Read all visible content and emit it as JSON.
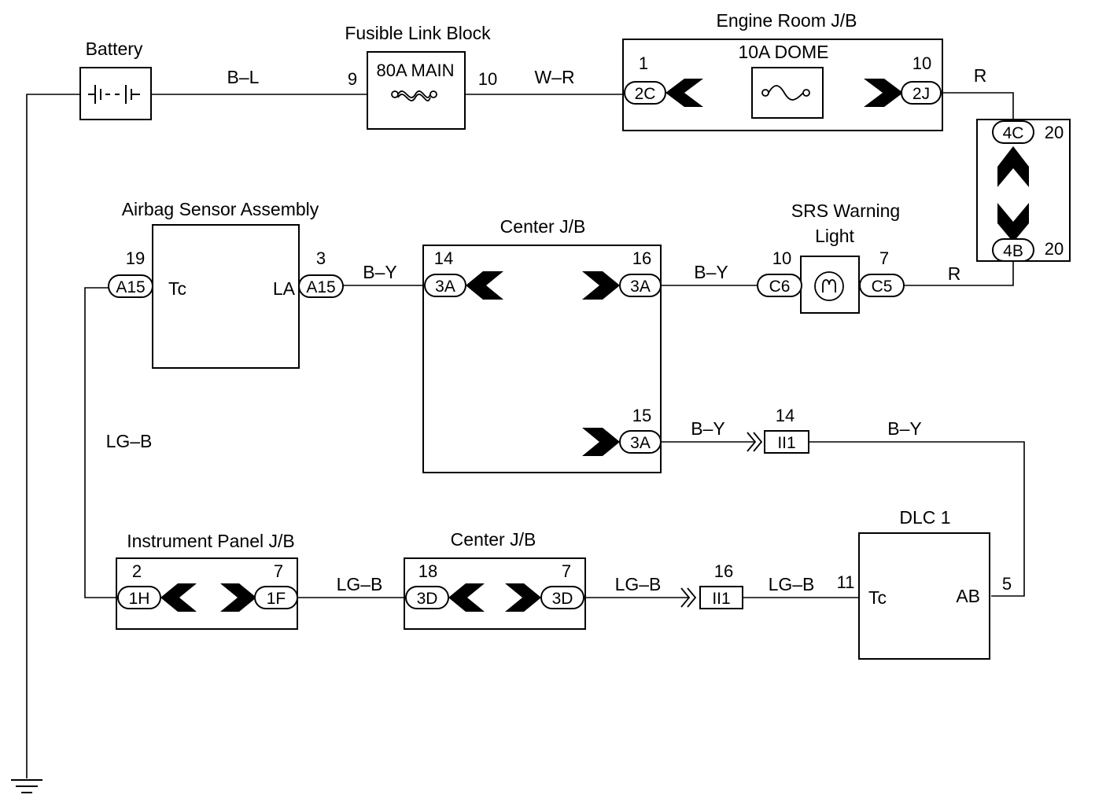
{
  "components": {
    "battery": "Battery",
    "fusible_link_block": "Fusible Link Block",
    "main_fuse": "80A MAIN",
    "engine_room_jb": "Engine Room J/B",
    "dome_fuse": "10A DOME",
    "airbag_sensor": "Airbag Sensor Assembly",
    "center_jb_top": "Center J/B",
    "srs_warning_line1": "SRS Warning",
    "srs_warning_line2": "Light",
    "instrument_panel_jb": "Instrument Panel J/B",
    "center_jb_bottom": "Center J/B",
    "dlc1": "DLC 1"
  },
  "terminals": {
    "airbag_tc": "Tc",
    "airbag_la": "LA",
    "dlc_tc": "Tc",
    "dlc_ab": "AB"
  },
  "wires": {
    "bat_to_fl": "B–L",
    "fl_to_erjb": "W–R",
    "erjb_out": "R",
    "to_srs": "R",
    "airbag_to_cjb": "B–Y",
    "cjb_to_srs": "B–Y",
    "cjb_to_ii1": "B–Y",
    "ii1_to_dlc": "B–Y",
    "airbag_tc_down": "LG–B",
    "ipjb_to_cjb": "LG–B",
    "cjb_to_ii1_16": "LG–B",
    "ii1_16_to_dlc": "LG–B"
  },
  "pins": {
    "fl_in": "9",
    "fl_out": "10",
    "erjb_2c": "1",
    "erjb_2j": "10",
    "erjb_4c": "20",
    "erjb_4b": "20",
    "airbag_a15_tc": "19",
    "airbag_a15_la": "3",
    "cjb_3a_14": "14",
    "cjb_3a_16": "16",
    "cjb_3a_15": "15",
    "srs_c6": "10",
    "srs_c5": "7",
    "ii1_14": "14",
    "ii1_16": "16",
    "ipjb_1h": "2",
    "ipjb_1f": "7",
    "cjb_3d_18": "18",
    "cjb_3d_7": "7",
    "dlc_tc_pin": "11",
    "dlc_ab_pin": "5"
  },
  "connectors": {
    "erjb_2c": "2C",
    "erjb_2j": "2J",
    "erjb_4c": "4C",
    "erjb_4b": "4B",
    "airbag_a15_left": "A15",
    "airbag_a15_right": "A15",
    "cjb_3a_left": "3A",
    "cjb_3a_right": "3A",
    "cjb_3a_lower": "3A",
    "srs_c6": "C6",
    "srs_c5": "C5",
    "ii1_upper": "II1",
    "ii1_lower": "II1",
    "ipjb_1h": "1H",
    "ipjb_1f": "1F",
    "cjb_3d_left": "3D",
    "cjb_3d_right": "3D"
  }
}
